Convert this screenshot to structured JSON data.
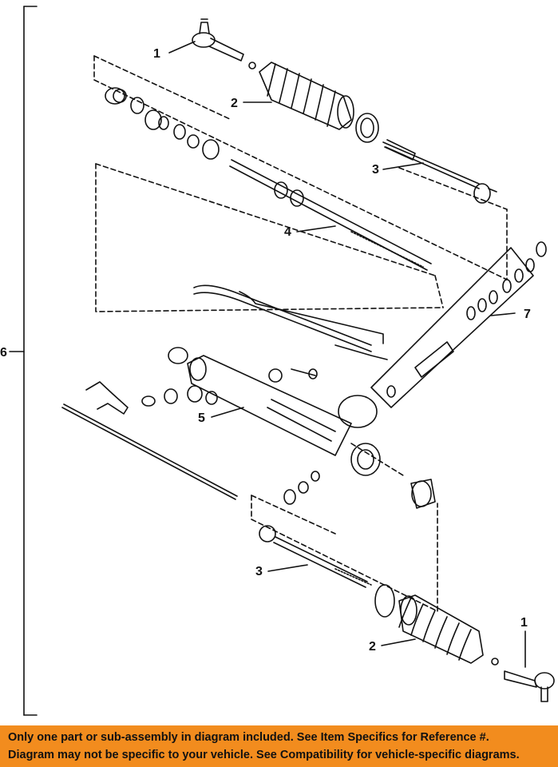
{
  "callouts": [
    {
      "id": "label-1-top",
      "text": "1"
    },
    {
      "id": "label-2-top",
      "text": "2"
    },
    {
      "id": "label-3-top",
      "text": "3"
    },
    {
      "id": "label-4",
      "text": "4"
    },
    {
      "id": "label-5",
      "text": "5"
    },
    {
      "id": "label-6",
      "text": "6"
    },
    {
      "id": "label-7",
      "text": "7"
    },
    {
      "id": "label-3-bottom",
      "text": "3"
    },
    {
      "id": "label-2-bottom",
      "text": "2"
    },
    {
      "id": "label-1-bottom",
      "text": "1"
    }
  ],
  "banner": {
    "line1": "Only one part or sub-assembly in diagram included. See Item Specifics for Reference #.",
    "line2": "Diagram may not be specific to your vehicle. See Compatibility for vehicle-specific diagrams.",
    "color": "#f28c1e"
  }
}
